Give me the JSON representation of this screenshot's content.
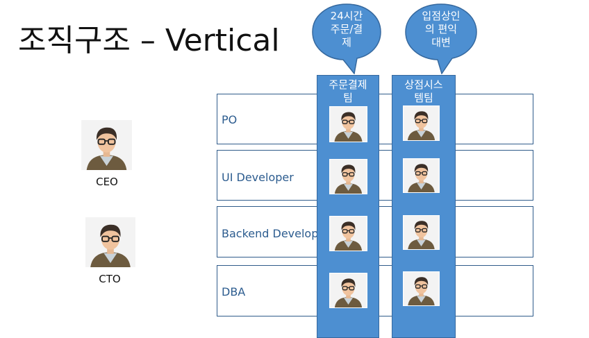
{
  "title": "조직구조 – Vertical",
  "bubbles": [
    {
      "text": "24시간\n주문/결\n제"
    },
    {
      "text": "입점상인\n의 편익\n대변"
    }
  ],
  "teams": [
    {
      "name": "주문결제\n팀"
    },
    {
      "name": "상점시스\n템팀"
    }
  ],
  "roles": [
    "PO",
    "UI Developer",
    "Backend Developer",
    "DBA"
  ],
  "executives": [
    {
      "label": "CEO"
    },
    {
      "label": "CTO"
    }
  ],
  "colors": {
    "team_fill": "#4d8fd1",
    "role_text": "#2c5c8f",
    "row_border": "#2f5b8a"
  }
}
